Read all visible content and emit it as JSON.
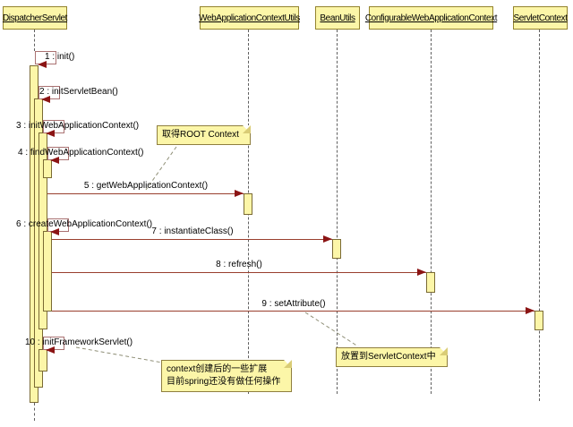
{
  "diagram_type": "uml-sequence",
  "colors": {
    "background": "#ffffff",
    "participant_fill": "#fcf6a8",
    "participant_border": "#94842e",
    "activation_fill": "#fcf6a8",
    "activation_border": "#7a6a33",
    "message_line": "#993f2e",
    "arrowhead": "#8b1414",
    "self_call_border": "#aa7272",
    "note_fill": "#fcf6a8",
    "note_border": "#8f7f3f",
    "lifeline": "#606060",
    "text": "#000000"
  },
  "participants": [
    {
      "label": "DispatcherServlet"
    },
    {
      "label": "WebApplicationContextUtils"
    },
    {
      "label": "BeanUtils"
    },
    {
      "label": "ConfigurableWebApplicationContext"
    },
    {
      "label": "ServletContext"
    }
  ],
  "self_calls": [
    {
      "label": "1 : init()",
      "on": "DispatcherServlet"
    },
    {
      "label": "2 : initServletBean()",
      "on": "DispatcherServlet"
    },
    {
      "label": "3 : initWebApplicationContext()",
      "on": "DispatcherServlet"
    },
    {
      "label": "4 : findWebApplicationContext()",
      "on": "DispatcherServlet"
    },
    {
      "label": "6 : createWebApplicationContext()",
      "on": "DispatcherServlet"
    },
    {
      "label": "10 : initFrameworkServlet()",
      "on": "DispatcherServlet"
    }
  ],
  "calls": [
    {
      "label": "5 : getWebApplicationContext()",
      "from": "DispatcherServlet",
      "to": "WebApplicationContextUtils"
    },
    {
      "label": "7 : instantiateClass()",
      "from": "DispatcherServlet",
      "to": "BeanUtils"
    },
    {
      "label": "8 : refresh()",
      "from": "DispatcherServlet",
      "to": "ConfigurableWebApplicationContext"
    },
    {
      "label": "9 : setAttribute()",
      "from": "DispatcherServlet",
      "to": "ServletContext"
    }
  ],
  "notes": [
    {
      "text": "取得ROOT Context",
      "attached_to": "5 : getWebApplicationContext()"
    },
    {
      "text": "放置到ServletContext中",
      "attached_to": "9 : setAttribute()"
    },
    {
      "line1": "context创建后的一些扩展",
      "line2": "目前spring还没有做任何操作",
      "attached_to": "10 : initFrameworkServlet()"
    }
  ]
}
